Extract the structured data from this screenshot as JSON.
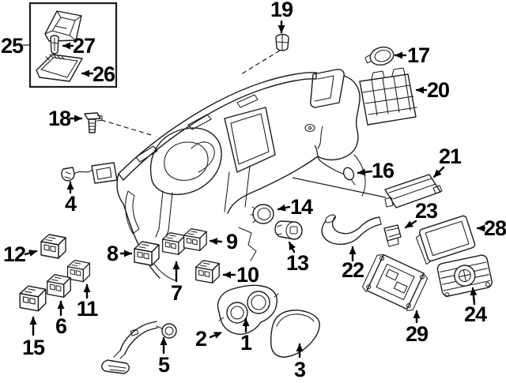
{
  "diagram": {
    "description": "Exploded parts diagram of a vehicle instrument panel (dashboard) with numbered callouts",
    "background_color": "#ffffff",
    "line_color": "#1c1c1c",
    "label_color": "#000000"
  },
  "callouts": [
    {
      "label": "1"
    },
    {
      "label": "2"
    },
    {
      "label": "3"
    },
    {
      "label": "4"
    },
    {
      "label": "5"
    },
    {
      "label": "6"
    },
    {
      "label": "7"
    },
    {
      "label": "8"
    },
    {
      "label": "9"
    },
    {
      "label": "10"
    },
    {
      "label": "11"
    },
    {
      "label": "12"
    },
    {
      "label": "13"
    },
    {
      "label": "14"
    },
    {
      "label": "15"
    },
    {
      "label": "16"
    },
    {
      "label": "17"
    },
    {
      "label": "18"
    },
    {
      "label": "19"
    },
    {
      "label": "20"
    },
    {
      "label": "21"
    },
    {
      "label": "22"
    },
    {
      "label": "23"
    },
    {
      "label": "24"
    },
    {
      "label": "25"
    },
    {
      "label": "26"
    },
    {
      "label": "27"
    },
    {
      "label": "28"
    },
    {
      "label": "29"
    }
  ]
}
